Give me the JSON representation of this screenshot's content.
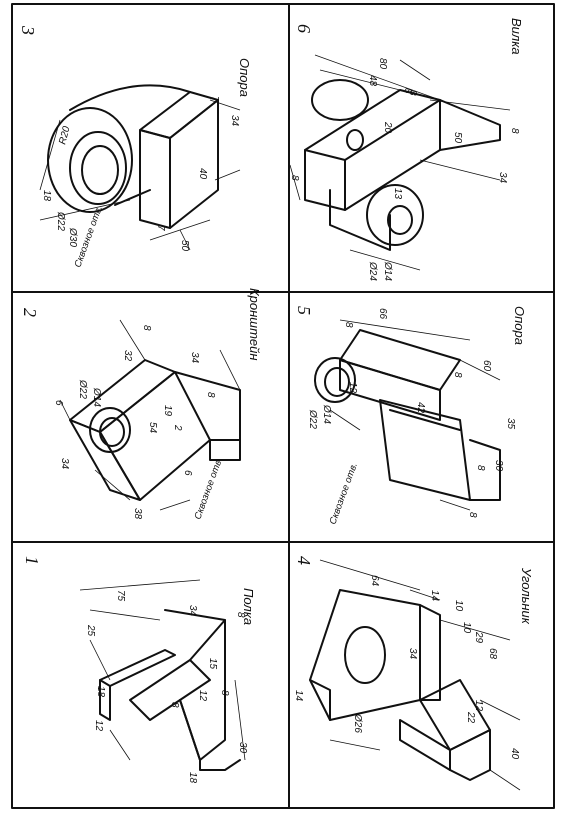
{
  "panels": [
    {
      "number": "1",
      "title": "Полка",
      "dims": [
        "75",
        "34",
        "25",
        "12",
        "18",
        "8",
        "8",
        "8",
        "30",
        "18",
        "15",
        "12"
      ]
    },
    {
      "number": "2",
      "title": "Кронштейн",
      "note": "Сквозное отв.",
      "dims": [
        "32",
        "8",
        "34",
        "Ø22",
        "Ø14",
        "6",
        "34",
        "54",
        "19",
        "2",
        "38",
        "8",
        "6"
      ]
    },
    {
      "number": "3",
      "title": "Опора",
      "note": "Сквозное отв.",
      "dims": [
        "R20",
        "18",
        "Ø22",
        "Ø30",
        "40",
        "34",
        "7",
        "7",
        "50"
      ]
    },
    {
      "number": "4",
      "title": "Угольник",
      "dims": [
        "64",
        "14",
        "10",
        "10",
        "29",
        "68",
        "34",
        "Ø26",
        "22",
        "14",
        "40",
        "12"
      ]
    },
    {
      "number": "5",
      "title": "Опора",
      "note": "Сквозное отв.",
      "dims": [
        "66",
        "8",
        "Ø22",
        "Ø14",
        "12",
        "42",
        "35",
        "30",
        "8",
        "8",
        "60",
        "8"
      ]
    },
    {
      "number": "6",
      "title": "Вилка",
      "dims": [
        "80",
        "48",
        "8",
        "20",
        "50",
        "8",
        "34",
        "8",
        "Ø14",
        "Ø24",
        "13",
        "8"
      ]
    }
  ]
}
